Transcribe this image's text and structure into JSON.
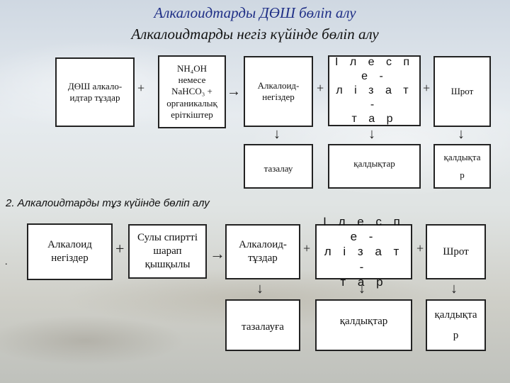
{
  "title": "Алкалоидтарды ДӨШ бөліп алу",
  "subtitle": "Алкалоидтарды негіз күйінде бөліп алу",
  "row1": {
    "box1": [
      "ДӨШ алкало-",
      "идтар тұздар"
    ],
    "box2": [
      "NH₄OH",
      "немесе",
      "NaHCO₃ +",
      "органикалық",
      "еріткіштер"
    ],
    "box3": [
      "Алкалоид-",
      "негіздер"
    ],
    "box4": [
      "І л е с п е -",
      "л і  з а т -",
      "т а р"
    ],
    "box5": "Шрот",
    "bottom1": "тазалау",
    "bottom2": "қалдықтар",
    "bottom3": [
      "қалдықта",
      "р"
    ]
  },
  "section2_label": "2.  Алкалоидтарды  тұз  күйінде   бөліп  алу",
  "dot": ".",
  "row2": {
    "box1": [
      "Алкалоид",
      "негіздер"
    ],
    "box2": [
      "Сулы спиртті",
      "шарап",
      "қышқылы"
    ],
    "box3": [
      "Алкалоид-",
      "тұздар"
    ],
    "box4": [
      "І л е с п е -",
      "л і  з а т -",
      "т а р"
    ],
    "box5": "Шрот",
    "bottom1": "тазалауға",
    "bottom2": "қалдықтар",
    "bottom3": [
      "қалдықта",
      "р"
    ]
  },
  "symbols": {
    "plus": "+",
    "right": "→",
    "down": "↓"
  }
}
